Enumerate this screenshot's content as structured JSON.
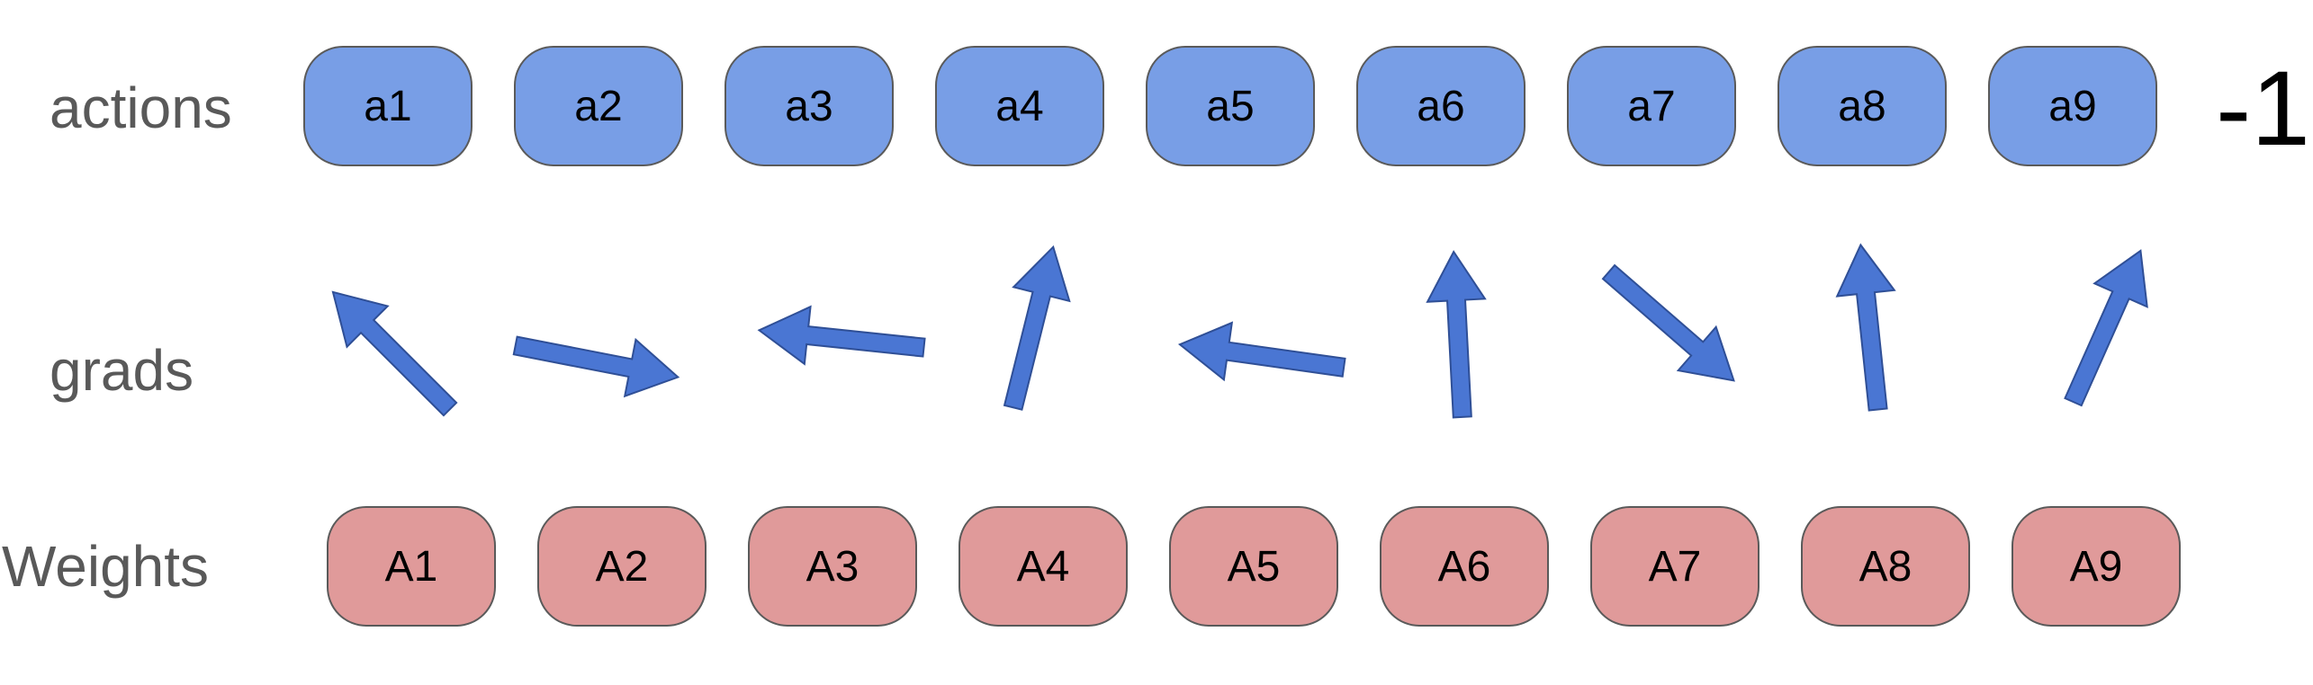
{
  "labels": {
    "actions": "actions",
    "grads": "grads",
    "weights": "Weights"
  },
  "actions": [
    "a1",
    "a2",
    "a3",
    "a4",
    "a5",
    "a6",
    "a7",
    "a8",
    "a9"
  ],
  "weights": [
    "A1",
    "A2",
    "A3",
    "A4",
    "A5",
    "A6",
    "A7",
    "A8",
    "A9"
  ],
  "suffix": "-1",
  "grad_arrow_angles_deg": [
    -135,
    11,
    -174,
    -76,
    -172,
    -93,
    41,
    -96,
    -66
  ],
  "colors": {
    "action_fill": "#789ee6",
    "weight_fill": "#e09a9a",
    "arrow_fill": "#4a76d3",
    "arrow_stroke": "#2f4f96",
    "label_text": "#595959"
  }
}
